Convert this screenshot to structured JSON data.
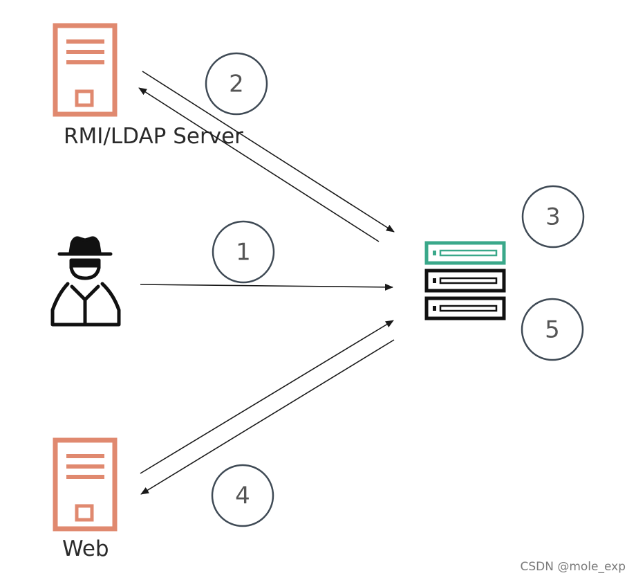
{
  "nodes": {
    "rmi_ldap_server": {
      "label": "RMI/LDAP Server",
      "icon": "server-icon"
    },
    "attacker": {
      "icon": "hacker-icon"
    },
    "target": {
      "icon": "server-rack-icon"
    },
    "web": {
      "label": "Web",
      "icon": "server-icon"
    }
  },
  "steps": [
    "1",
    "2",
    "3",
    "4",
    "5"
  ],
  "watermark": "CSDN @mole_exp",
  "colors": {
    "server_icon": "#e0896f",
    "rack_highlight": "#3aa88a",
    "rack_dark": "#111111",
    "step_circle": "#3f4a55"
  }
}
